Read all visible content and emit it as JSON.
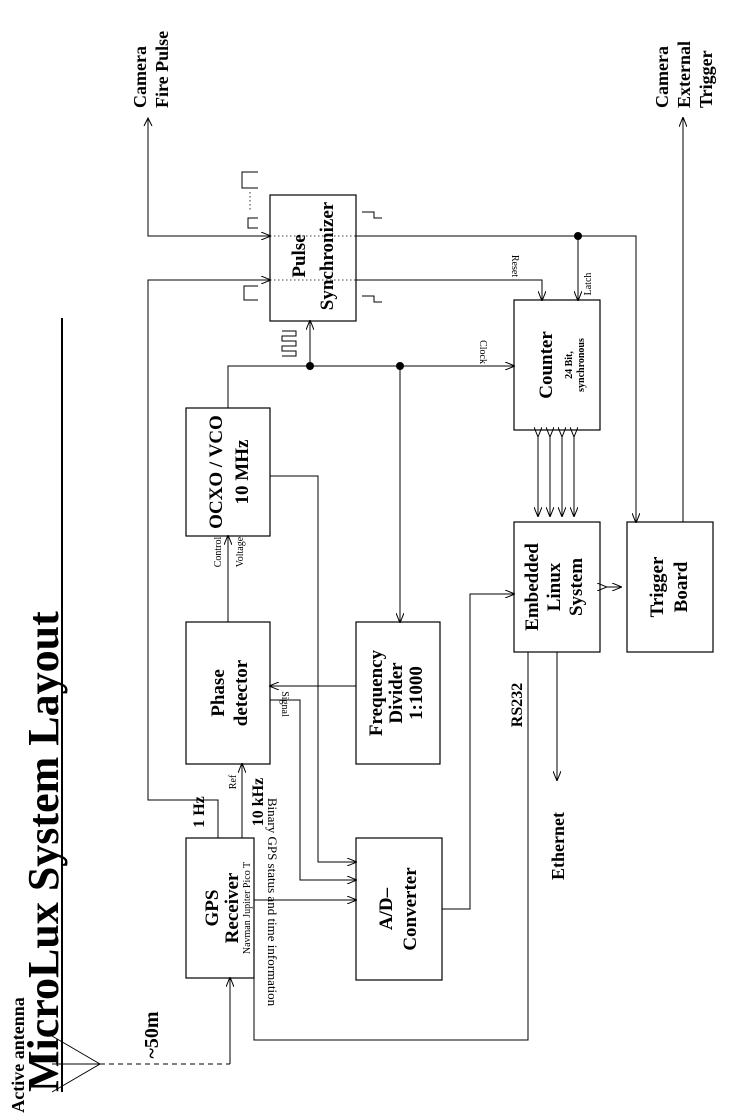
{
  "title": "MicroLux System Layout",
  "blocks": {
    "gps": {
      "line1": "GPS",
      "line2": "Receiver",
      "sub": "Navman Jupiter Pico T"
    },
    "phase": {
      "line1": "Phase",
      "line2": "detector"
    },
    "ocxo": {
      "line1": "OCXO / VCO",
      "line2": "10 MHz"
    },
    "divider": {
      "line1": "Frequency",
      "line2": "Divider",
      "line3": "1:1000"
    },
    "adc": {
      "line1": "A/D–",
      "line2": "Converter"
    },
    "linux": {
      "line1": "Embedded",
      "line2": "Linux",
      "line3": "System"
    },
    "counter": {
      "line1": "Counter",
      "sub1": "24 Bit,",
      "sub2": "synchronous"
    },
    "trigger": {
      "line1": "Trigger",
      "line2": "Board"
    },
    "pulse": {
      "line1": "Pulse",
      "line2": "Synchronizer"
    }
  },
  "labels": {
    "antenna": "Active antenna",
    "distance": "~50m",
    "binary": "Binary GPS status and time information",
    "one_hz": "1 Hz",
    "ten_khz": "10 kHz",
    "ref": "Ref",
    "control": "Control",
    "voltage": "Voltage",
    "signal": "Signal",
    "rs232": "RS232",
    "ethernet": "Ethernet",
    "clock": "Clock",
    "reset": "Reset",
    "latch": "Latch",
    "cam_fire_1": "Camera",
    "cam_fire_2": "Fire Pulse",
    "cam_ext_1": "Camera",
    "cam_ext_2": "External",
    "cam_ext_3": "Trigger"
  }
}
